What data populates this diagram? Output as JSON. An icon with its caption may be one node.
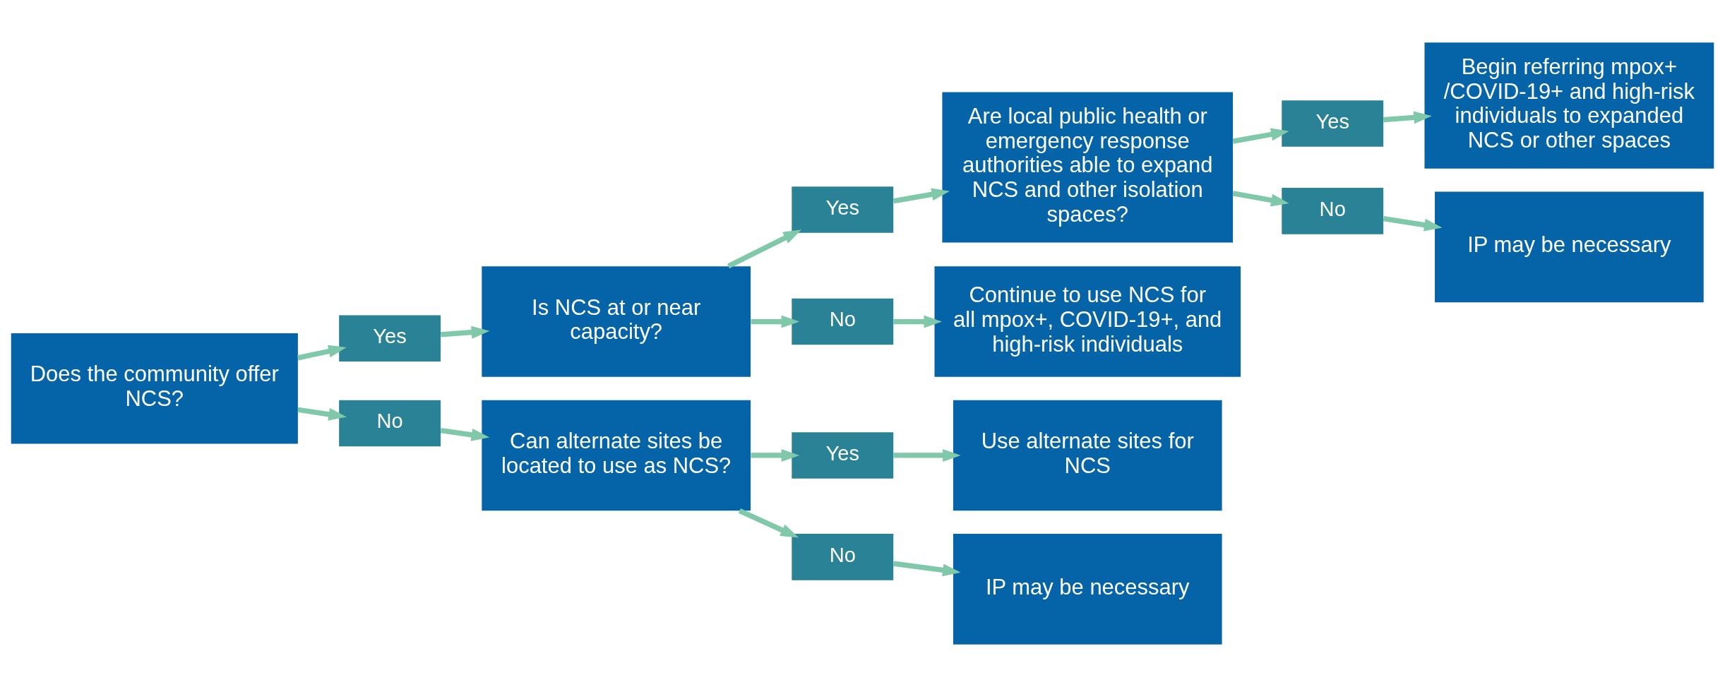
{
  "diagram": {
    "nodes": [
      {
        "text": [
          "Does the community offer NCS?"
        ]
      },
      {
        "text": [
          "Yes"
        ]
      },
      {
        "text": [
          "Is NCS at or near capacity?"
        ]
      },
      {
        "text": [
          "Yes"
        ]
      },
      {
        "text": [
          "No"
        ]
      },
      {
        "text": [
          "Are local public health or emergency response authorities able to expand NCS and other isolation spaces?"
        ]
      },
      {
        "text": [
          "Continue to use NCS for all mpox+, COVID-19+, and high-risk individuals"
        ]
      },
      {
        "text": [
          "Yes"
        ]
      },
      {
        "text": [
          "No"
        ]
      },
      {
        "text": [
          "Begin referring mpox+ /COVID-19+ and high-risk individuals to expanded NCS or other spaces"
        ]
      },
      {
        "text": [
          "IP may be necessary"
        ]
      },
      {
        "text": [
          "No"
        ]
      },
      {
        "text": [
          "Can alternate sites be located to use as NCS?"
        ]
      },
      {
        "text": [
          "Yes"
        ]
      },
      {
        "text": [
          "No"
        ]
      },
      {
        "text": [
          "Use alternate sites for NCS"
        ]
      },
      {
        "text": [
          "IP may be necessary"
        ]
      }
    ],
    "edges": [
      {
        "from": 0,
        "to": 1,
        "arrow": "to"
      },
      {
        "from": 1,
        "to": 2,
        "arrow": "to"
      },
      {
        "from": 2,
        "to": 3,
        "arrow": "to"
      },
      {
        "from": 2,
        "to": 4,
        "arrow": "to"
      },
      {
        "from": 3,
        "to": 5,
        "arrow": "to"
      },
      {
        "from": 4,
        "to": 6,
        "arrow": "to"
      },
      {
        "from": 5,
        "to": 7,
        "arrow": "to"
      },
      {
        "from": 5,
        "to": 8,
        "arrow": "to"
      },
      {
        "from": 7,
        "to": 9,
        "arrow": "to"
      },
      {
        "from": 8,
        "to": 10,
        "arrow": "to"
      },
      {
        "from": 0,
        "to": 11,
        "arrow": "to"
      },
      {
        "from": 11,
        "to": 12,
        "arrow": "to"
      },
      {
        "from": 12,
        "to": 13,
        "arrow": "to"
      },
      {
        "from": 12,
        "to": 14,
        "arrow": "to"
      },
      {
        "from": 13,
        "to": 15,
        "arrow": "to"
      },
      {
        "from": 14,
        "to": 16,
        "arrow": "to"
      }
    ]
  }
}
